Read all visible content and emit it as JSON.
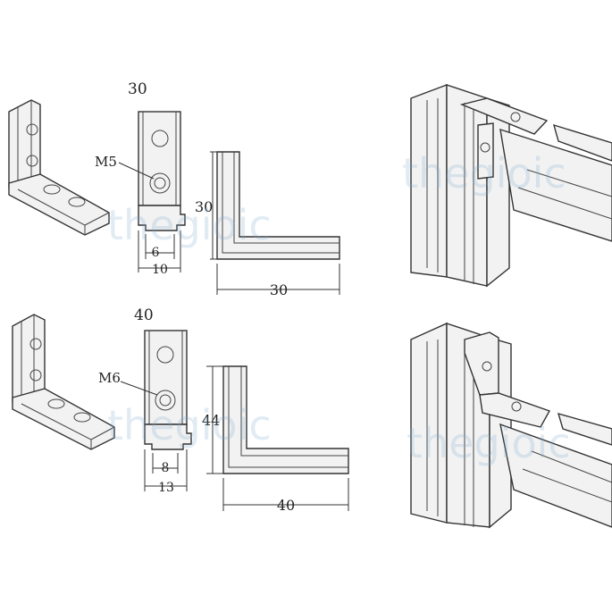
{
  "watermark": "thegioic",
  "row_30": {
    "series_label": "30",
    "screw_label": "M5",
    "slot_inner": "6",
    "slot_outer": "10",
    "height": "30",
    "length": "30"
  },
  "row_40": {
    "series_label": "40",
    "screw_label": "M6",
    "slot_inner": "8",
    "slot_outer": "13",
    "height": "44",
    "length": "40"
  }
}
